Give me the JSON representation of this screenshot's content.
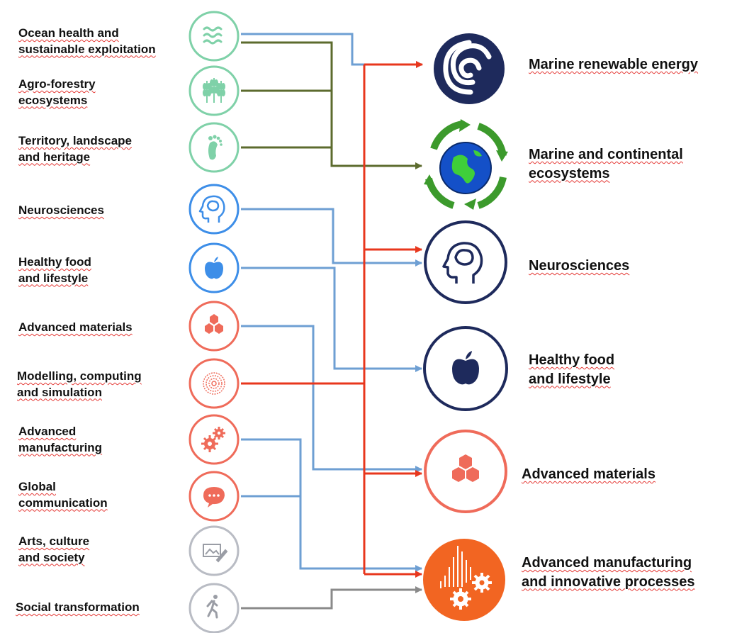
{
  "left_items": [
    {
      "lines": [
        "Ocean health and",
        "sustainable exploitation"
      ],
      "icon": "waves-icon"
    },
    {
      "lines": [
        "Agro-forestry",
        "ecosystems"
      ],
      "icon": "wheat-icon"
    },
    {
      "lines": [
        "Territory, landscape",
        "and heritage"
      ],
      "icon": "footprint-icon"
    },
    {
      "lines": [
        "Neurosciences"
      ],
      "icon": "brain-head-icon"
    },
    {
      "lines": [
        "Healthy food",
        "and lifestyle"
      ],
      "icon": "apple-icon"
    },
    {
      "lines": [
        "Advanced materials"
      ],
      "icon": "hexagons-icon"
    },
    {
      "lines": [
        "Modelling, computing",
        "and simulation"
      ],
      "icon": "radial-pattern-icon"
    },
    {
      "lines": [
        "Advanced",
        "manufacturing"
      ],
      "icon": "gears-icon"
    },
    {
      "lines": [
        "Global",
        "communication"
      ],
      "icon": "speech-bubble-icon"
    },
    {
      "lines": [
        "Arts, culture",
        "and society"
      ],
      "icon": "art-frame-icon"
    },
    {
      "lines": [
        "Social transformation"
      ],
      "icon": "walking-person-icon"
    }
  ],
  "right_items": [
    {
      "lines": [
        "Marine renewable energy"
      ],
      "icon": "swirl-icon"
    },
    {
      "lines": [
        "Marine and continental",
        "ecosystems"
      ],
      "icon": "globe-recycle-icon"
    },
    {
      "lines": [
        "Neurosciences"
      ],
      "icon": "brain-head-icon"
    },
    {
      "lines": [
        "Healthy food",
        "and lifestyle"
      ],
      "icon": "apple-icon"
    },
    {
      "lines": [
        "Advanced materials"
      ],
      "icon": "hexagons-icon"
    },
    {
      "lines": [
        "Advanced manufacturing",
        "and innovative processes"
      ],
      "icon": "factory-gears-icon"
    }
  ],
  "colors": {
    "green": "#7fd1a8",
    "blue": "#3d8ee8",
    "red": "#ef6b5a",
    "gray": "#b9bcc4",
    "navy": "#1e2a5c",
    "orange": "#f26522",
    "line_blue": "#6e9fd3",
    "line_olive": "#5c6b2e",
    "line_red": "#e8371d",
    "line_gray": "#8a8a8a"
  }
}
